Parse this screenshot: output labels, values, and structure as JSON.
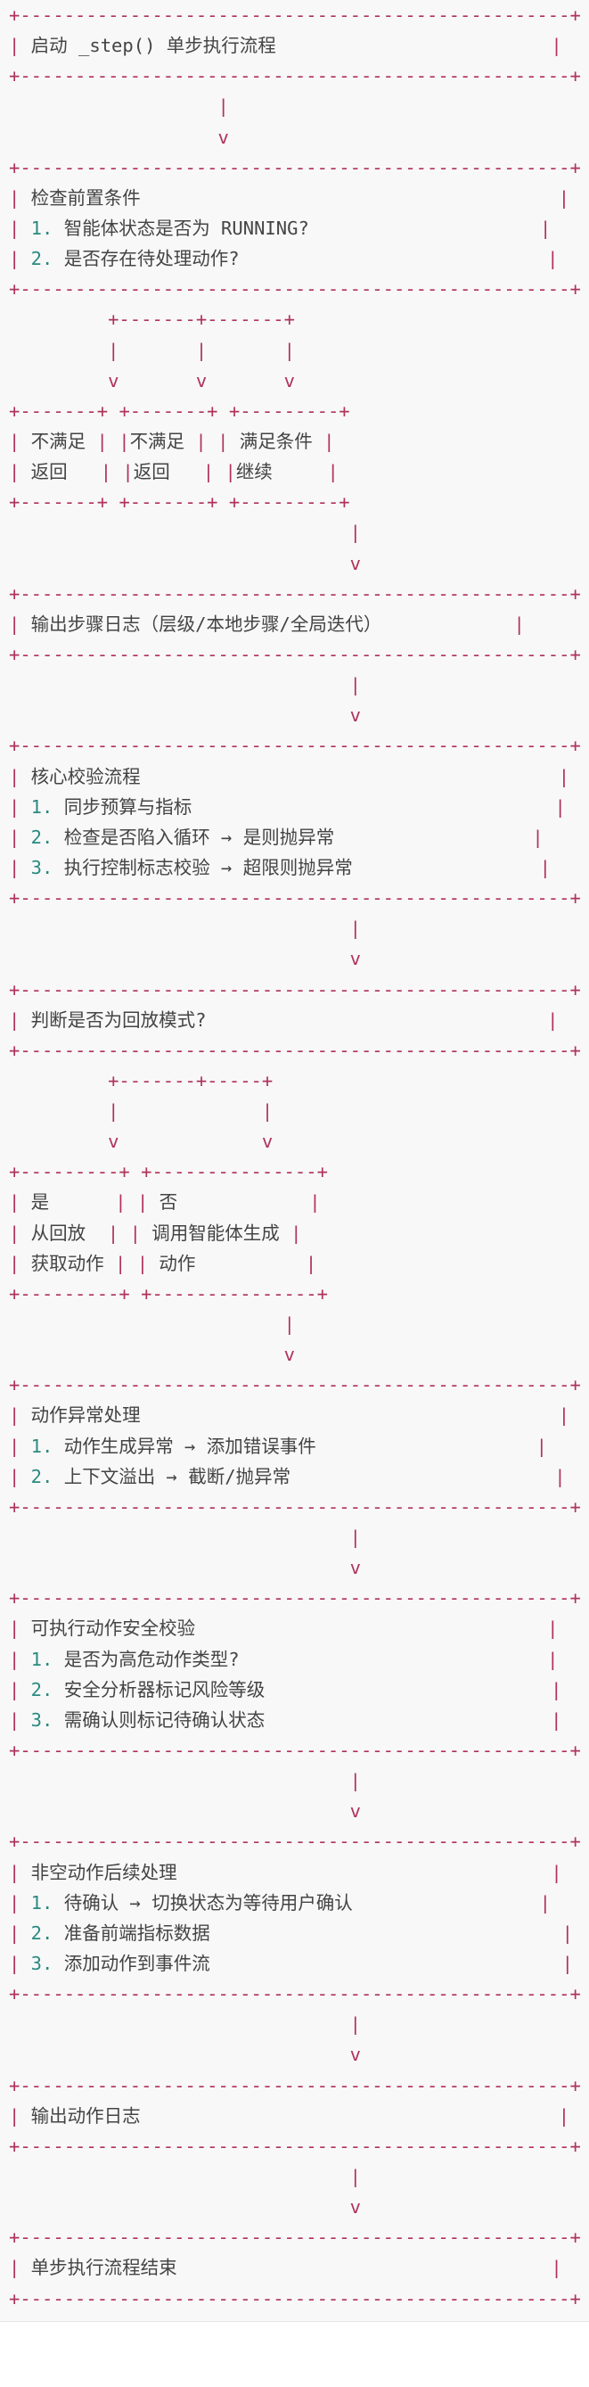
{
  "diagram_lines": [
    "+--------------------------------------------------+",
    "| 启动 _step() 单步执行流程                         |",
    "+--------------------------------------------------+",
    "                   |",
    "                   v",
    "+--------------------------------------------------+",
    "| 检查前置条件                                      |",
    "| 1. 智能体状态是否为 RUNNING?                     |",
    "| 2. 是否存在待处理动作?                            |",
    "+--------------------------------------------------+",
    "         +-------+-------+",
    "         |       |       |",
    "         v       v       v",
    "+-------+ +-------+ +---------+",
    "| 不满足 | |不满足 | | 满足条件 |",
    "| 返回   | |返回   | |继续     |",
    "+-------+ +-------+ +---------+",
    "                               |",
    "                               v",
    "+--------------------------------------------------+",
    "| 输出步骤日志（层级/本地步骤/全局迭代）            |",
    "+--------------------------------------------------+",
    "                               |",
    "                               v",
    "+--------------------------------------------------+",
    "| 核心校验流程                                      |",
    "| 1. 同步预算与指标                                 |",
    "| 2. 检查是否陷入循环 → 是则抛异常                  |",
    "| 3. 执行控制标志校验 → 超限则抛异常                 |",
    "+--------------------------------------------------+",
    "                               |",
    "                               v",
    "+--------------------------------------------------+",
    "| 判断是否为回放模式?                               |",
    "+--------------------------------------------------+",
    "         +-------+-----+",
    "         |             |",
    "         v             v",
    "+---------+ +---------------+",
    "| 是      | | 否            |",
    "| 从回放  | | 调用智能体生成 |",
    "| 获取动作 | | 动作          |",
    "+---------+ +---------------+",
    "                         |",
    "                         v",
    "+--------------------------------------------------+",
    "| 动作异常处理                                      |",
    "| 1. 动作生成异常 → 添加错误事件                    |",
    "| 2. 上下文溢出 → 截断/抛异常                        |",
    "+--------------------------------------------------+",
    "                               |",
    "                               v",
    "+--------------------------------------------------+",
    "| 可执行动作安全校验                                |",
    "| 1. 是否为高危动作类型?                            |",
    "| 2. 安全分析器标记风险等级                          |",
    "| 3. 需确认则标记待确认状态                          |",
    "+--------------------------------------------------+",
    "                               |",
    "                               v",
    "+--------------------------------------------------+",
    "| 非空动作后续处理                                  |",
    "| 1. 待确认 → 切换状态为等待用户确认                 |",
    "| 2. 准备前端指标数据                                |",
    "| 3. 添加动作到事件流                                |",
    "+--------------------------------------------------+",
    "                               |",
    "                               v",
    "+--------------------------------------------------+",
    "| 输出动作日志                                      |",
    "+--------------------------------------------------+",
    "                               |",
    "                               v",
    "+--------------------------------------------------+",
    "| 单步执行流程结束                                  |",
    "+--------------------------------------------------+"
  ],
  "colors": {
    "border": "#b0335a",
    "text": "#444444",
    "number": "#2a8a80",
    "background": "#f8f8f8"
  }
}
